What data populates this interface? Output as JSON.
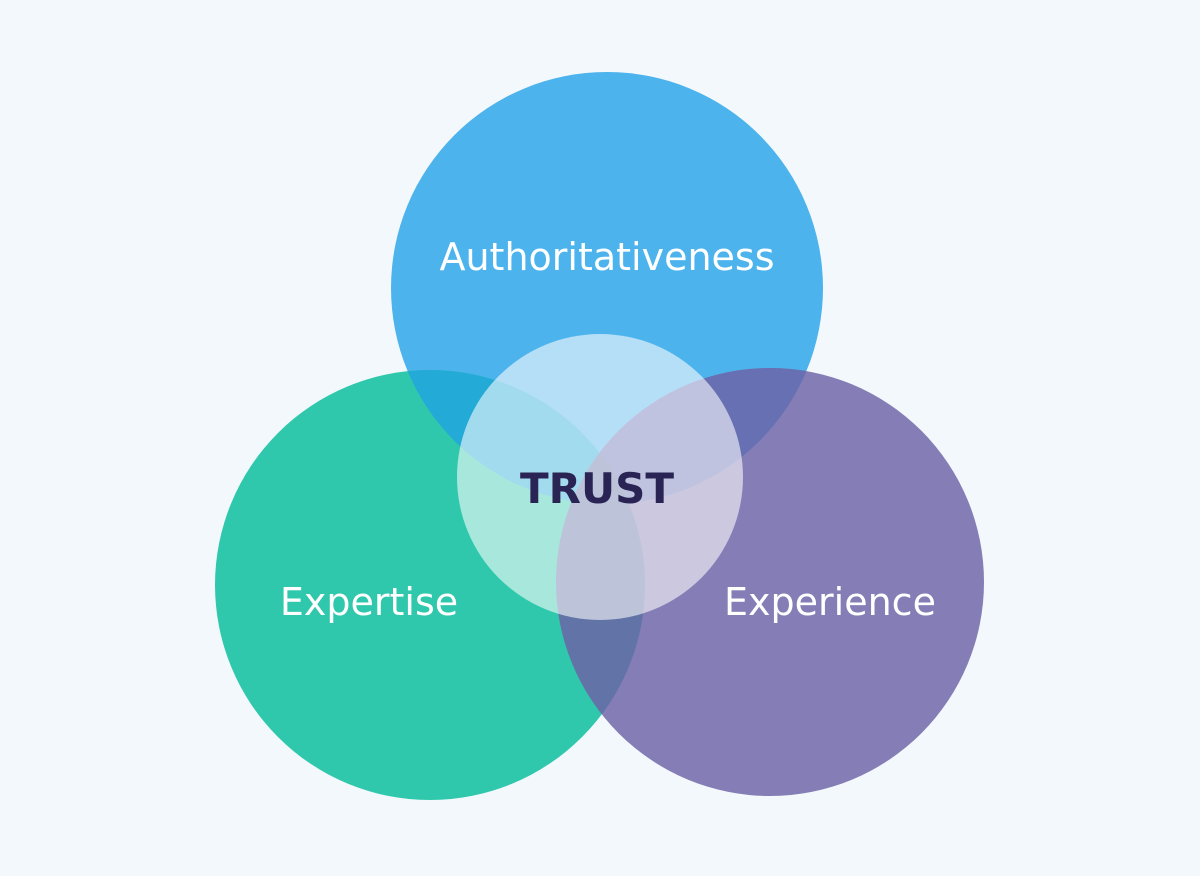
{
  "diagram": {
    "sets": [
      {
        "id": "authoritativeness",
        "label": "Authoritativeness",
        "color": "#4db3ec"
      },
      {
        "id": "expertise",
        "label": "Expertise",
        "color": "#30c8ac"
      },
      {
        "id": "experience",
        "label": "Experience",
        "color": "#857db6"
      }
    ],
    "center": {
      "label": "TRUST",
      "label_color": "#2a2455",
      "fill_color": "#ffffff"
    },
    "overlap_colors": {
      "authoritativeness_expertise": "#24aad6",
      "authoritativeness_experience": "#6670b3",
      "expertise_experience": "#6273a7"
    },
    "background_color": "#f3f8fc"
  }
}
